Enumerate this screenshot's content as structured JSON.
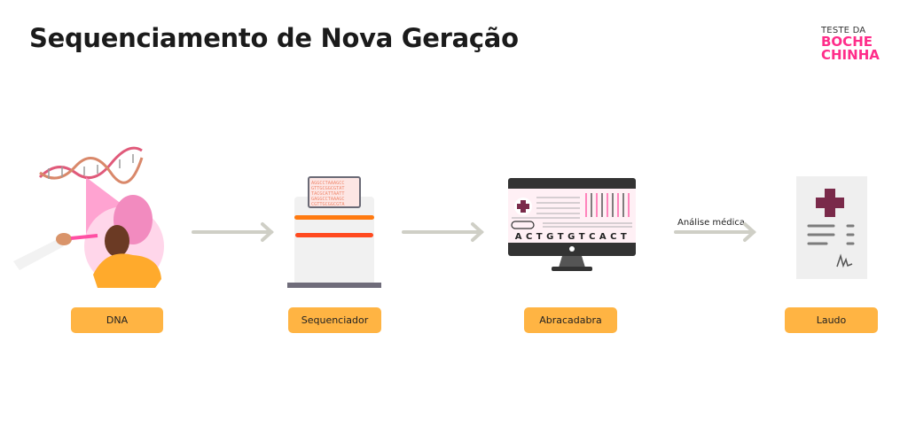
{
  "title": "Sequenciamento de Nova Geração",
  "logo": {
    "line1": "TESTE DA",
    "line2": "BOCHE",
    "line3": "CHINHA",
    "color": "#ff2d8a"
  },
  "steps": [
    {
      "label": "DNA",
      "icon": "person-dna-swab-illustration"
    },
    {
      "label": "Sequenciador",
      "icon": "sequencer-machine-illustration"
    },
    {
      "label": "Abracadabra",
      "icon": "computer-monitor-illustration"
    },
    {
      "label": "Laudo",
      "icon": "medical-report-illustration"
    }
  ],
  "arrows": [
    {
      "label": ""
    },
    {
      "label": ""
    },
    {
      "label": "Análise médica"
    }
  ],
  "sequencer_screen": [
    "AGGCCTAAAGCC",
    "GTTGCGGCGTAT",
    "TACGCATTAATT",
    "GAGGCCTAAAGC",
    "CGTTGCGGCGTA"
  ],
  "monitor_sequence": "A C T G T G T C A C T",
  "colors": {
    "pill": "#ffb443",
    "arrow": "#cfcfc6",
    "pink": "#ff2d8a"
  }
}
